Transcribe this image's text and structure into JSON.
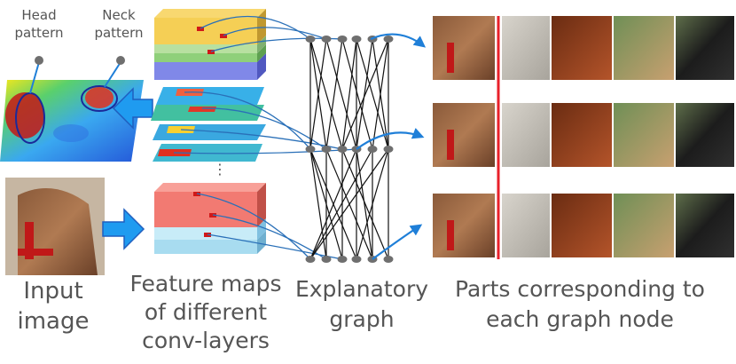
{
  "labels": {
    "head_pattern_l1": "Head",
    "head_pattern_l2": "pattern",
    "neck_pattern_l1": "Neck",
    "neck_pattern_l2": "pattern",
    "input_l1": "Input",
    "input_l2": "image",
    "feature_l1": "Feature maps",
    "feature_l2": "of different",
    "feature_l3": "conv-layers",
    "graph_l1": "Explanatory",
    "graph_l2": "graph",
    "parts_l1": "Parts corresponding to",
    "parts_l2": "each graph node"
  },
  "colors": {
    "arrow_blue": "#1f7fd8",
    "separator_red": "#e8202a",
    "node_gray": "#6f6f6f",
    "top_map": "#f5cf55",
    "bottom_map": "#f27a72"
  },
  "icons": {
    "big_arrow": "right-arrow-icon",
    "back_arrow": "left-arrow-icon"
  }
}
